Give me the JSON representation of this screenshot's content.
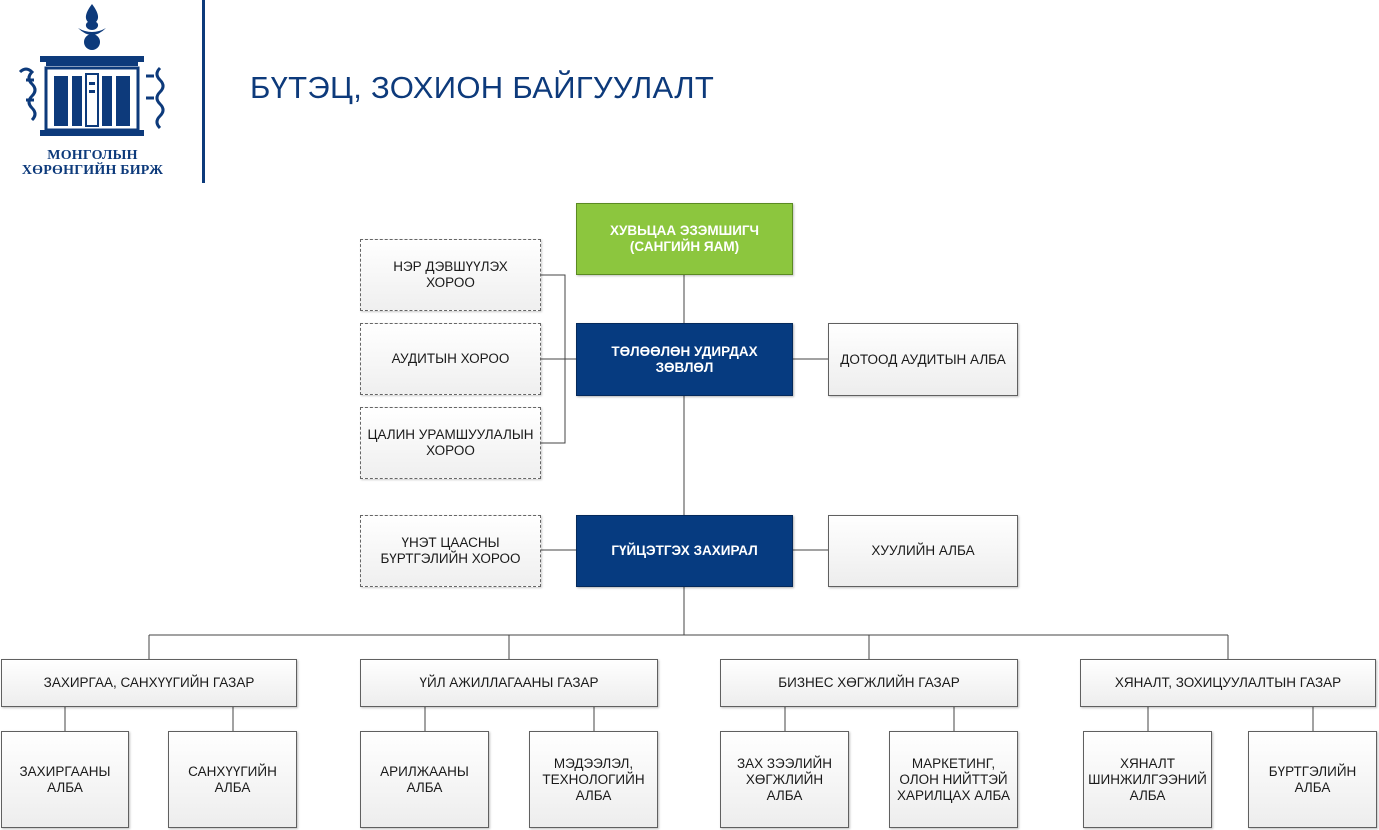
{
  "header": {
    "title": "БҮТЭЦ, ЗОХИОН БАЙГУУЛАЛТ",
    "logo": {
      "line1": "МОНГОЛЫН",
      "line2": "ХӨРӨНГИЙН БИРЖ",
      "icon": "soyombo-exchange-building-logo"
    }
  },
  "colors": {
    "brand_navy": "#063b80",
    "shareholder_green": "#8cc63e",
    "title_blue": "#0d3a7b"
  },
  "org": {
    "shareholder": "ХУВЬЦАА ЭЗЭМШИГЧ\n(САНГИЙН ЯАМ)",
    "board": "ТӨЛӨӨЛӨН УДИРДАХ ЗӨВЛӨЛ",
    "internal_audit": "ДОТООД АУДИТЫН АЛБА",
    "committees": [
      "НЭР ДЭВШҮҮЛЭХ ХОРОО",
      "АУДИТЫН ХОРОО",
      "ЦАЛИН УРАМШУУЛАЛЫН\nХОРОО"
    ],
    "ceo": "ГҮЙЦЭТГЭХ ЗАХИРАЛ",
    "securities_committee": "ҮНЭТ ЦААСНЫ\nБҮРТГЭЛИЙН ХОРОО",
    "legal": "ХУУЛИЙН АЛБА",
    "departments": [
      {
        "name": "ЗАХИРГАА, САНХҮҮГИЙН ГАЗАР",
        "units": [
          "ЗАХИРГААНЫ\nАЛБА",
          "САНХҮҮГИЙН\nАЛБА"
        ]
      },
      {
        "name": "ҮЙЛ АЖИЛЛАГААНЫ ГАЗАР",
        "units": [
          "АРИЛЖААНЫ\nАЛБА",
          "МЭДЭЭЛЭЛ,\nТЕХНОЛОГИЙН\nАЛБА"
        ]
      },
      {
        "name": "БИЗНЕС ХӨГЖЛИЙН ГАЗАР",
        "units": [
          "ЗАХ ЗЭЭЛИЙН\nХӨГЖЛИЙН АЛБА",
          "МАРКЕТИНГ,\nОЛОН НИЙТТЭЙ\nХАРИЛЦАХ АЛБА"
        ]
      },
      {
        "name": "ХЯНАЛТ, ЗОХИЦУУЛАЛТЫН ГАЗАР",
        "units": [
          "ХЯНАЛТ\nШИНЖИЛГЭЭНИЙ\nАЛБА",
          "БҮРТГЭЛИЙН\nАЛБА"
        ]
      }
    ]
  }
}
